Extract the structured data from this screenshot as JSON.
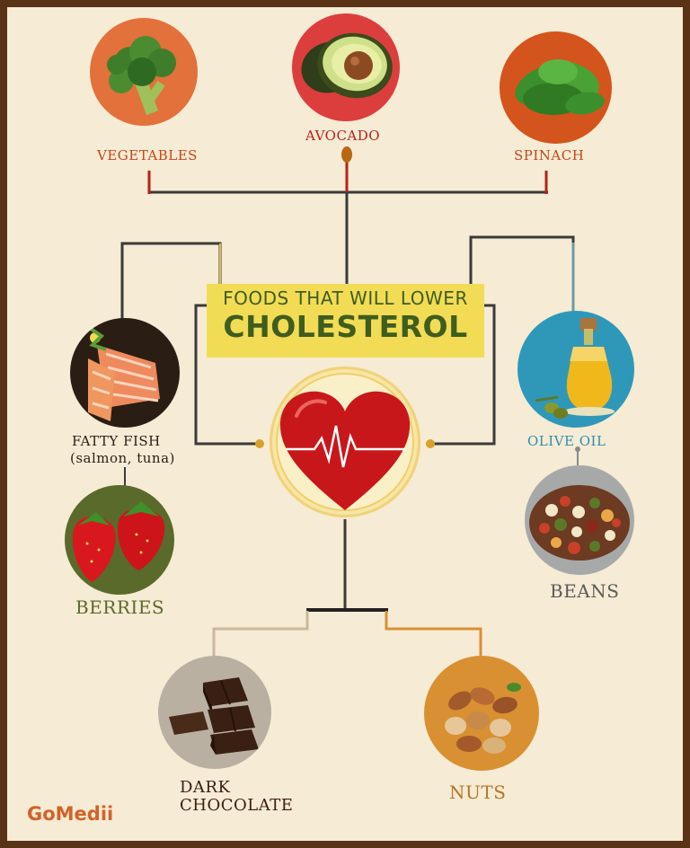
{
  "title": {
    "line1": "FOODS THAT WILL LOWER",
    "line2": "CHOLESTEROL"
  },
  "foods": {
    "vegetables": {
      "label": "VEGETABLES",
      "icon": "broccoli-icon",
      "color": "#e2713c"
    },
    "avocado": {
      "label": "AVOCADO",
      "icon": "avocado-icon",
      "color": "#dc3e3e"
    },
    "spinach": {
      "label": "SPINACH",
      "icon": "spinach-icon",
      "color": "#d4541e"
    },
    "fatty_fish": {
      "label": "FATTY FISH",
      "sublabel": "(salmon, tuna)",
      "icon": "salmon-icon",
      "color": "#2a1d14"
    },
    "olive_oil": {
      "label": "OLIVE OIL",
      "icon": "olive-oil-icon",
      "color": "#2f98b9"
    },
    "berries": {
      "label": "BERRIES",
      "icon": "strawberry-icon",
      "color": "#5a6a2a"
    },
    "beans": {
      "label": "BEANS",
      "icon": "beans-icon",
      "color": "#a7a9a9"
    },
    "dark_chocolate": {
      "label": "DARK",
      "sublabel": "CHOCOLATE",
      "icon": "chocolate-icon",
      "color": "#b9b0a2"
    },
    "nuts": {
      "label": "NUTS",
      "icon": "nuts-icon",
      "color": "#d89033"
    }
  },
  "brand": "GoMedii",
  "colors": {
    "background": "#f6ebd4",
    "frame": "#5a3317",
    "title_box": "#f2dc55",
    "title_text": "#3f5d1e"
  }
}
